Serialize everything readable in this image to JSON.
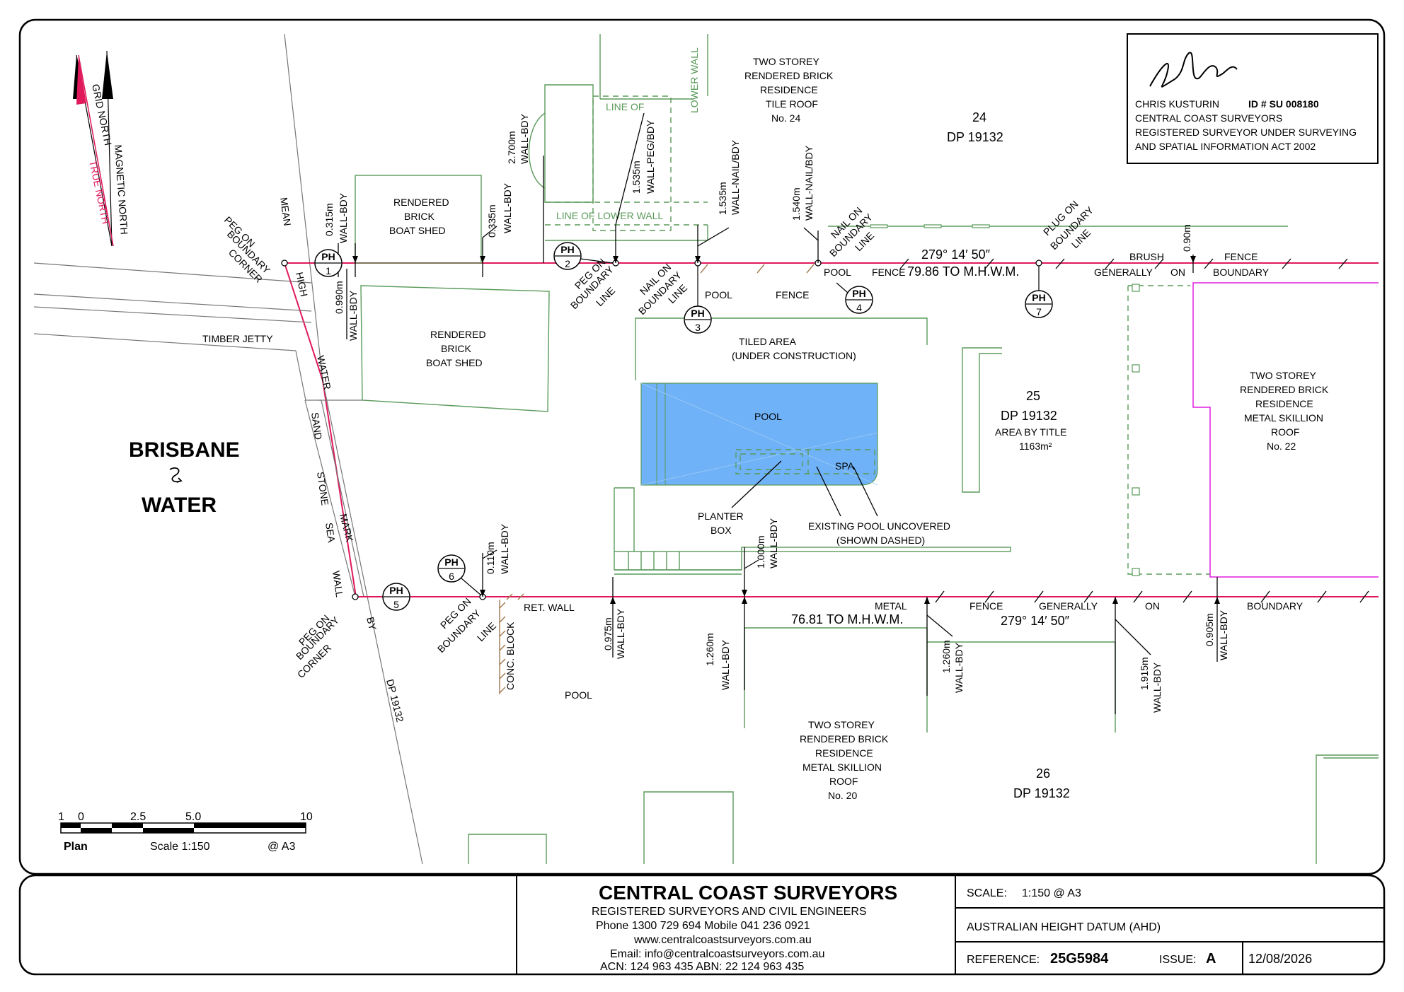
{
  "certificate": {
    "name_line": "CHRIS KUSTURIN",
    "id_line": "ID # SU 008180",
    "company_line": "CENTRAL COAST SURVEYORS",
    "act_line1": "REGISTERED SURVEYOR UNDER SURVEYING",
    "act_line2": "AND SPATIAL INFORMATION ACT 2002"
  },
  "north": {
    "grid": "GRID NORTH",
    "magnetic": "MAGNETIC NORTH",
    "true_north": "TRUE NORTH"
  },
  "water": {
    "line1": "BRISBANE",
    "line2": "WATER"
  },
  "lots": {
    "lot24": {
      "num": "24",
      "dp": "DP 19132"
    },
    "lot25": {
      "num": "25",
      "dp": "DP 19132",
      "area_label": "AREA BY TITLE",
      "area": "1163m²"
    },
    "lot26": {
      "num": "26",
      "dp": "DP 19132"
    }
  },
  "buildings": {
    "res24": [
      "TWO STOREY",
      "RENDERED BRICK",
      "RESIDENCE",
      "TILE ROOF",
      "No. 24"
    ],
    "res22": [
      "TWO STOREY",
      "RENDERED BRICK",
      "RESIDENCE",
      "METAL SKILLION",
      "ROOF",
      "No. 22"
    ],
    "res20": [
      "TWO STOREY",
      "RENDERED BRICK",
      "RESIDENCE",
      "METAL SKILLION",
      "ROOF",
      "No. 20"
    ],
    "shed_top": [
      "RENDERED",
      "BRICK",
      "BOAT SHED"
    ],
    "shed_mid": [
      "RENDERED",
      "BRICK",
      "BOAT SHED"
    ]
  },
  "features": {
    "tiled": [
      "TILED AREA",
      "(UNDER CONSTRUCTION)"
    ],
    "pool": "POOL",
    "spa": "SPA",
    "planter": [
      "PLANTER",
      "BOX"
    ],
    "existing_pool": [
      "EXISTING POOL UNCOVERED",
      "(SHOWN DASHED)"
    ],
    "pool_bottom": "POOL",
    "pool_fence_a": "POOL",
    "pool_fence_b": "FENCE",
    "pool_near_fence": "POOL",
    "timber_jetty": "TIMBER JETTY",
    "line_of": "LINE OF",
    "lower_wall": "LOWER WALL",
    "line_of_lower_wall": "LINE OF LOWER WALL"
  },
  "boundaries": {
    "top_distance": "79.86 TO M.H.W.M.",
    "top_bearing": "279° 14′ 50″",
    "top_fence": "FENCE",
    "top_brush": "BRUSH",
    "top_generally": "GENERALLY",
    "top_on": "ON",
    "top_fence2": "FENCE",
    "top_boundary": "BOUNDARY",
    "bot_distance": "76.81 TO M.H.W.M.",
    "bot_bearing": "279° 14′ 50″",
    "bot_metal": "METAL",
    "bot_fence": "FENCE",
    "bot_generally": "GENERALLY",
    "bot_on": "ON",
    "bot_boundary": "BOUNDARY",
    "ret_wall": "RET.   WALL",
    "conc_block": "CONC. BLOCK"
  },
  "mhwm": {
    "mean": "MEAN",
    "high": "HIGH",
    "water": "WATER",
    "mark": "MARK",
    "by": "BY",
    "dp": "DP 19132",
    "sand": "SAND",
    "stone": "STONE",
    "sea": "SEA",
    "wall": "WALL"
  },
  "pegs": {
    "peg_corner_top": [
      "PEG ON",
      "BOUNDARY",
      "CORNER"
    ],
    "peg_line_top": [
      "PEG ON",
      "BOUNDARY",
      "LINE"
    ],
    "nail_line": [
      "NAIL ON",
      "BOUNDARY",
      "LINE"
    ],
    "nail_line2": [
      "NAIL ON",
      "BOUNDARY",
      "LINE"
    ],
    "plug_line": [
      "PLUG ON",
      "BOUNDARY",
      "LINE"
    ],
    "peg_corner_bot": [
      "PEG ON",
      "BOUNDARY",
      "CORNER"
    ],
    "peg_line_bot": [
      "PEG ON",
      "BOUNDARY",
      "LINE"
    ]
  },
  "offsets": {
    "o1": [
      "0.315m",
      "WALL-BDY"
    ],
    "o2": [
      "0.335m",
      "WALL-BDY"
    ],
    "o3": [
      "2.700m",
      "WALL-BDY"
    ],
    "o4": [
      "1.535m",
      "WALL-PEG/BDY"
    ],
    "o5": [
      "1.535m",
      "WALL-NAIL/BDY"
    ],
    "o6": [
      "1.540m",
      "WALL-NAIL/BDY"
    ],
    "o7": [
      "0.90m",
      ""
    ],
    "o8": [
      "0.990m",
      "WALL-BDY"
    ],
    "o9": [
      "0.110m",
      "WALL-BDY"
    ],
    "o10": [
      "1.000m",
      "WALL-BDY"
    ],
    "o11": [
      "0.975m",
      "WALL-BDY"
    ],
    "o12": [
      "1.260m",
      "WALL-BDY"
    ],
    "o13": [
      "1.260m",
      "WALL-BDY"
    ],
    "o14": [
      "1.915m",
      "WALL-BDY"
    ],
    "o15": [
      "0.905m",
      "WALL-BDY"
    ]
  },
  "photo_points": [
    {
      "id": "PH",
      "n": "1"
    },
    {
      "id": "PH",
      "n": "2"
    },
    {
      "id": "PH",
      "n": "3"
    },
    {
      "id": "PH",
      "n": "4"
    },
    {
      "id": "PH",
      "n": "5"
    },
    {
      "id": "PH",
      "n": "6"
    },
    {
      "id": "PH",
      "n": "7"
    }
  ],
  "scale_bar": {
    "ticks": [
      "1",
      "0",
      "2.5",
      "5.0",
      "10"
    ],
    "plan": "Plan",
    "scale": "Scale 1:150",
    "sheet": "@ A3"
  },
  "title_block": {
    "company": "CENTRAL COAST SURVEYORS",
    "tagline": "REGISTERED SURVEYORS AND CIVIL ENGINEERS",
    "phone": "Phone 1300 729 694 Mobile 041 236 0921",
    "web": "www.centralcoastsurveyors.com.au",
    "email": "Email: info@centralcoastsurveyors.com.au",
    "acn": "ACN: 124 963 435 ABN: 22 124 963 435",
    "scale_label": "SCALE:",
    "scale_value": "1:150 @ A3",
    "datum": "AUSTRALIAN HEIGHT DATUM (AHD)",
    "ref_label": "REFERENCE:",
    "ref_value": "25G5984",
    "issue_label": "ISSUE:",
    "issue_value": "A",
    "date": "12/08/2026"
  },
  "colors": {
    "boundary": "#e0195a",
    "pool": "#6fb2f7",
    "walls": "#5a9a5a",
    "adjoining": "#e01ee0"
  }
}
